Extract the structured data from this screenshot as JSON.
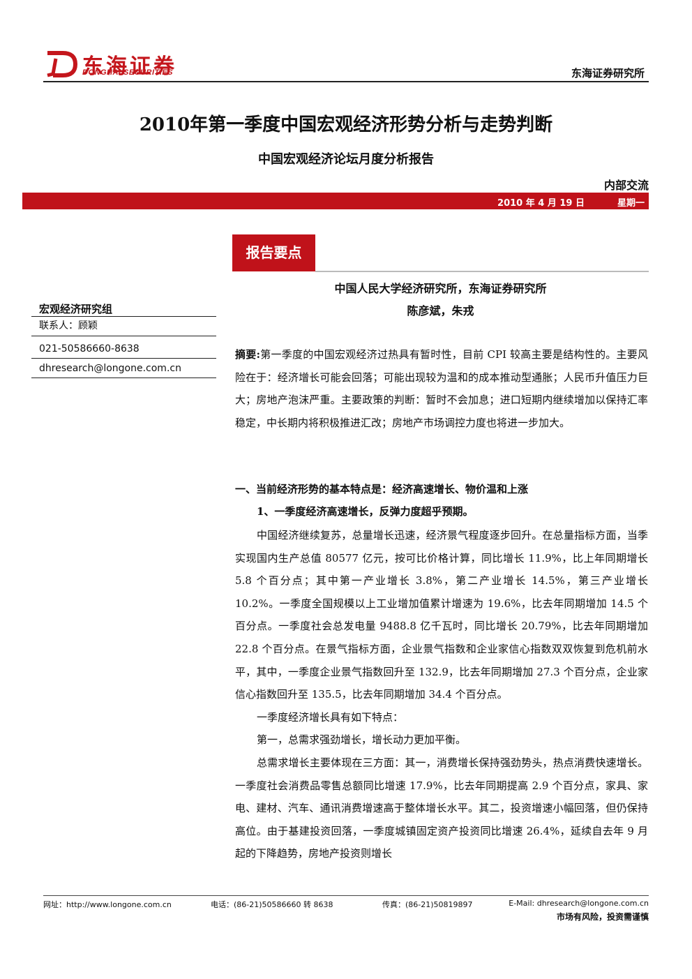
{
  "header": {
    "logo_cn": "东海证券",
    "logo_en": "DONGHAI SECURITIES",
    "institute": "东海证券研究所"
  },
  "title": "2010年第一季度中国宏观经济形势分析与走势判断",
  "subtitle": "中国宏观经济论坛月度分析报告",
  "classification": "内部交流",
  "date": "2010 年 4 月 19 日",
  "weekday": "星期一",
  "section_label": "报告要点",
  "organizations": "中国人民大学经济研究所，东海证券研究所",
  "authors": "陈彦斌，朱戎",
  "sidebar": {
    "group": "宏观经济研究组",
    "contact": "联系人：顾颖",
    "phone": "021-50586660-8638",
    "email": "dhresearch@longone.com.cn"
  },
  "abstract": {
    "label": "摘要:",
    "text": "第一季度的中国宏观经济过热具有暂时性，目前 CPI 较高主要是结构性的。主要风险在于：经济增长可能会回落；可能出现较为温和的成本推动型通胀；人民币升值压力巨大；房地产泡沫严重。主要政策的判断：暂时不会加息；进口短期内继续增加以保持汇率稳定，中长期内将积极推进汇改；房地产市场调控力度也将进一步加大。"
  },
  "heading1": "一、当前经济形势的基本特点是：经济高速增长、物价温和上涨",
  "heading2": "1、一季度经济高速增长，反弹力度超乎预期。",
  "paragraphs": [
    "中国经济继续复苏，总量增长迅速，经济景气程度逐步回升。在总量指标方面，当季实现国内生产总值 80577 亿元，按可比价格计算，同比增长 11.9%，比上年同期增长 5.8 个百分点；其中第一产业增长 3.8%，第二产业增长 14.5%，第三产业增长 10.2%。一季度全国规模以上工业增加值累计增速为 19.6%，比去年同期增加 14.5 个百分点。一季度社会总发电量 9488.8 亿千瓦时，同比增长 20.79%，比去年同期增加 22.8 个百分点。在景气指标方面，企业景气指数和企业家信心指数双双恢复到危机前水平，其中，一季度企业景气指数回升至 132.9，比去年同期增加 27.3 个百分点，企业家信心指数回升至 135.5，比去年同期增加 34.4 个百分点。",
    "一季度经济增长具有如下特点：",
    "第一，总需求强劲增长，增长动力更加平衡。",
    "总需求增长主要体现在三方面：其一，消费增长保持强劲势头，热点消费快速增长。一季度社会消费品零售总额同比增速 17.9%，比去年同期提高 2.9 个百分点，家具、家电、建材、汽车、通讯消费增速高于整体增长水平。其二，投资增速小幅回落，但仍保持高位。由于基建投资回落，一季度城镇固定资产投资同比增速 26.4%，延续自去年 9 月起的下降趋势，房地产投资则增长"
  ],
  "footer": {
    "website": "网址：http://www.longone.com.cn",
    "tel": "电话：(86-21)50586660 转 8638",
    "fax": "传真：(86-21)50819897",
    "email": "E-Mail: dhresearch@longone.com.cn",
    "risk": "市场有风险，投资需谨慎"
  }
}
